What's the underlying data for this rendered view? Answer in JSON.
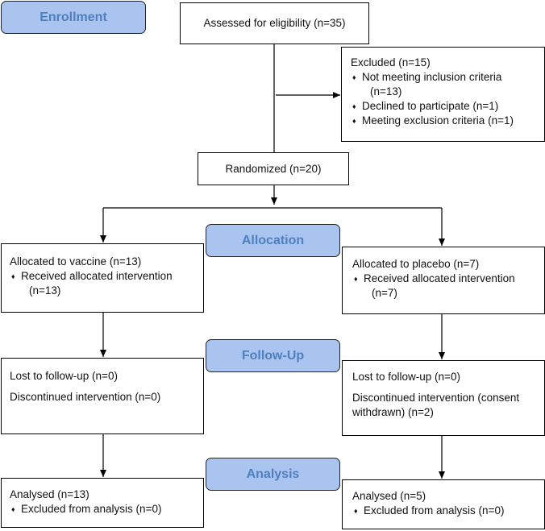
{
  "stages": {
    "enrollment": "Enrollment",
    "allocation": "Allocation",
    "follow_up": "Follow-Up",
    "analysis": "Analysis"
  },
  "bullet_glyph": "♦",
  "assessed": "Assessed for eligibility (n=35)",
  "excluded": {
    "title": "Excluded (n=15)",
    "items": [
      {
        "line1": "Not meeting inclusion criteria",
        "line2": "(n=13)"
      },
      {
        "line1": "Declined to participate (n=1)"
      },
      {
        "line1": "Meeting exclusion criteria (n=1)"
      }
    ]
  },
  "randomized": "Randomized (n=20)",
  "left": {
    "allocation_title": "Allocated to vaccine (n=13)",
    "allocation_item": "Received allocated intervention",
    "allocation_item_n": "(n=13)",
    "lost": "Lost to follow-up (n=0)",
    "discontinued": "Discontinued intervention (n=0)",
    "analysed": "Analysed (n=13)",
    "excluded_analysis": "Excluded from analysis (n=0)"
  },
  "right": {
    "allocation_title": "Allocated to placebo (n=7)",
    "allocation_item": "Received allocated intervention",
    "allocation_item_n": "(n=7)",
    "lost": "Lost to follow-up (n=0)",
    "discontinued_line1": "Discontinued intervention (consent",
    "discontinued_line2": "withdrawn) (n=2)",
    "analysed": "Analysed (n=5)",
    "excluded_analysis": "Excluded from analysis (n=0)"
  }
}
